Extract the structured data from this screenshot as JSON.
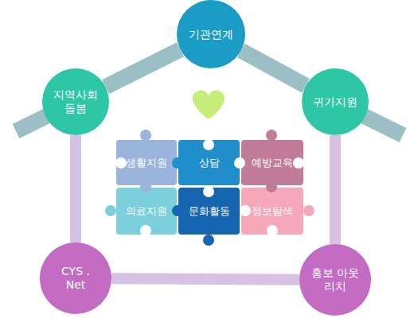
{
  "diagram": {
    "nodes": [
      {
        "text": [
          "기관연계"
        ]
      },
      {
        "text": [
          "지역사회 돌봄"
        ]
      },
      {
        "text": [
          "귀가지원"
        ]
      },
      {
        "text": [
          "생활지원"
        ]
      },
      {
        "text": [
          "상담"
        ]
      },
      {
        "text": [
          "예방교육"
        ]
      },
      {
        "text": [
          "의료지원"
        ]
      },
      {
        "text": [
          "문화활동"
        ]
      },
      {
        "text": [
          "정보탐색"
        ]
      },
      {
        "text": [
          "CYS . Net"
        ]
      },
      {
        "text": [
          "홍보 아웃리치"
        ]
      }
    ],
    "edges": [
      {
        "from": 1,
        "to": 0,
        "arrow": "none"
      },
      {
        "from": 0,
        "to": 2,
        "arrow": "none"
      },
      {
        "from": 1,
        "to": 9,
        "arrow": "none"
      },
      {
        "from": 9,
        "to": 10,
        "arrow": "none"
      },
      {
        "from": 2,
        "to": 10,
        "arrow": "none"
      }
    ]
  }
}
